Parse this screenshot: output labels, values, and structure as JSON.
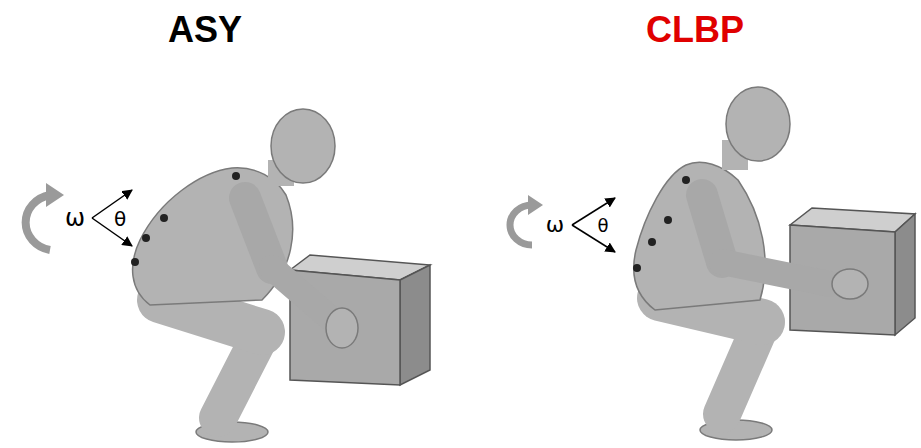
{
  "diagram": {
    "labels": [
      "ASY",
      "ω",
      "θ",
      "CLBP",
      "ω",
      "θ"
    ]
  }
}
